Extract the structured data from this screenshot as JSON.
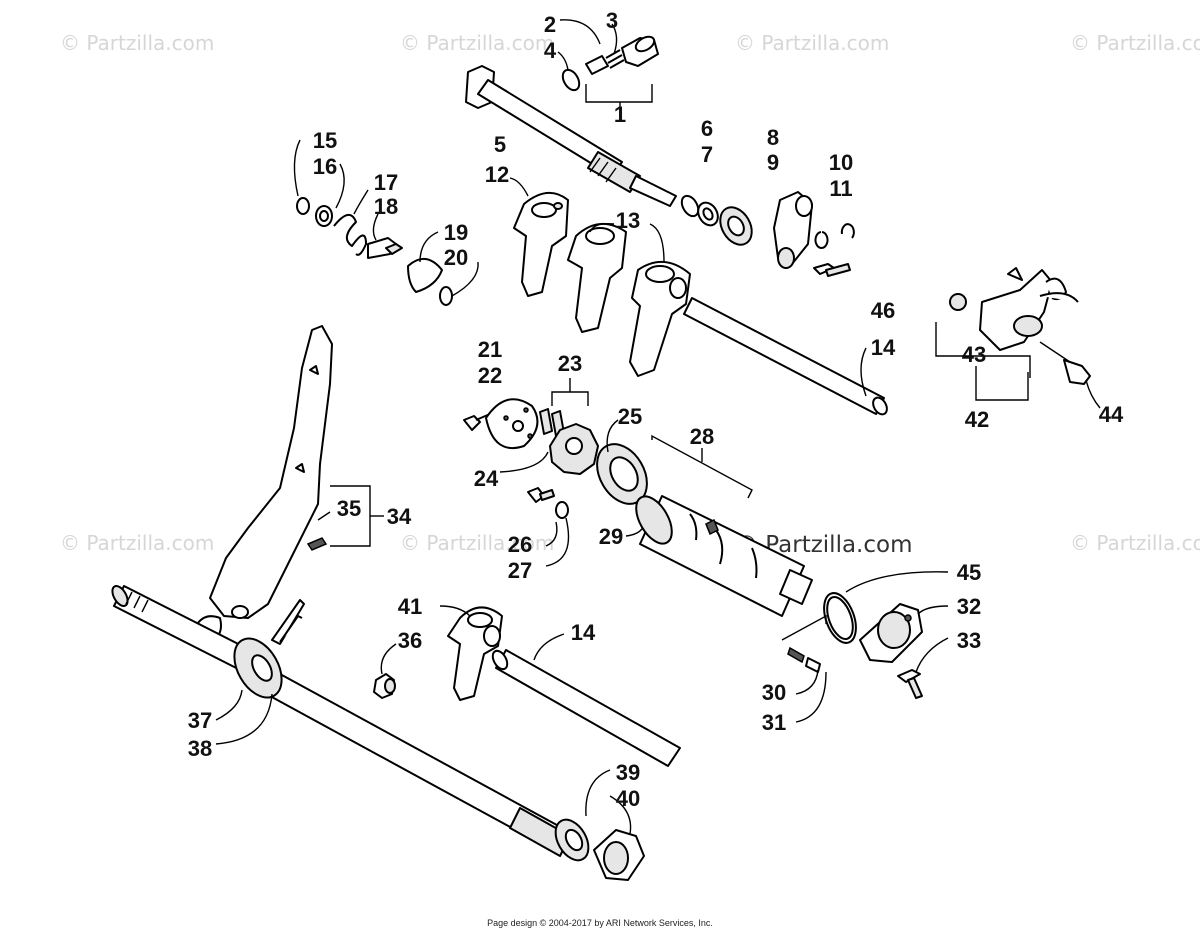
{
  "watermarks": {
    "text": "© Partzilla.com",
    "center_text": "© Partzilla.com"
  },
  "callouts": [
    "1",
    "2",
    "3",
    "4",
    "5",
    "6",
    "7",
    "8",
    "9",
    "10",
    "11",
    "12",
    "13",
    "14",
    "14",
    "15",
    "16",
    "17",
    "18",
    "19",
    "20",
    "21",
    "22",
    "23",
    "24",
    "25",
    "26",
    "27",
    "28",
    "29",
    "30",
    "31",
    "32",
    "33",
    "34",
    "35",
    "36",
    "37",
    "38",
    "39",
    "40",
    "41",
    "42",
    "43",
    "44",
    "45",
    "46"
  ],
  "footer": {
    "text": "Page design © 2004-2017 by ARI Network Services, Inc."
  }
}
